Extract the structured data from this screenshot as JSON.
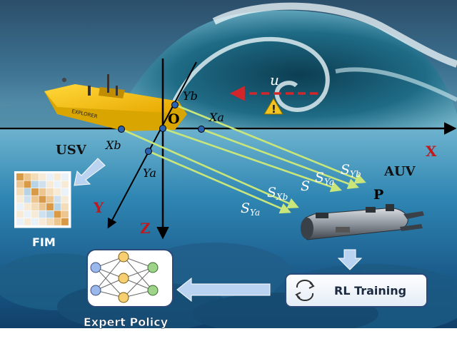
{
  "axes": {
    "origin": "O",
    "x_label": "X",
    "y_label": "Y",
    "z_label": "Z",
    "yb_label": "Yb",
    "xa_label": "Xa",
    "xb_label": "Xb",
    "ya_label": "Ya",
    "point_label": "P"
  },
  "signals": {
    "s_yb": {
      "base": "S",
      "sub": "Yb"
    },
    "s_ya": {
      "base": "S",
      "sub": "Ya"
    },
    "s": {
      "base": "S",
      "sub": ""
    },
    "s_xb": {
      "base": "S",
      "sub": "Xb"
    },
    "s_ya2": {
      "base": "S",
      "sub": "Ya"
    }
  },
  "disturbance": {
    "label": "u",
    "warning": "!"
  },
  "labels": {
    "usv": "USV",
    "auv": "AUV",
    "fim": "FIM",
    "expert_policy": "Expert Policy",
    "rl_training": "RL Training",
    "boat_name": "EXPLORER"
  },
  "colors": {
    "axis": "#000000",
    "red_label": "#c0191b",
    "beam": "#c8e67a",
    "disturbance_arrow": "#d2262a",
    "warning": "#f3c31e",
    "box_border": "#2a4a7a",
    "arrow_fill": "#b9d3f0",
    "boat_yellow": "#f4c20d"
  }
}
